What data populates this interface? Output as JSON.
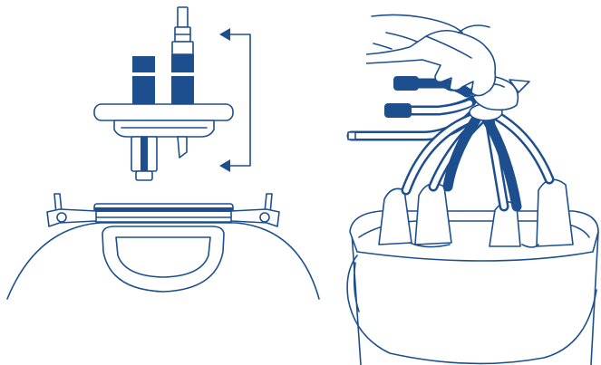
{
  "figure": {
    "panels": [
      {
        "id": "lid-assembly",
        "items": [
          "pipe-stack",
          "lid-plate",
          "bucket-top",
          "reassembly-arrow"
        ]
      },
      {
        "id": "cluster-in-bucket",
        "items": [
          "hand",
          "milking-claw",
          "teat-cups",
          "bucket"
        ]
      }
    ]
  },
  "colors": {
    "line": "#1d4f8f",
    "background": "#ffffff"
  },
  "icons": [
    "up-arrow-icon",
    "down-arrow-icon"
  ]
}
